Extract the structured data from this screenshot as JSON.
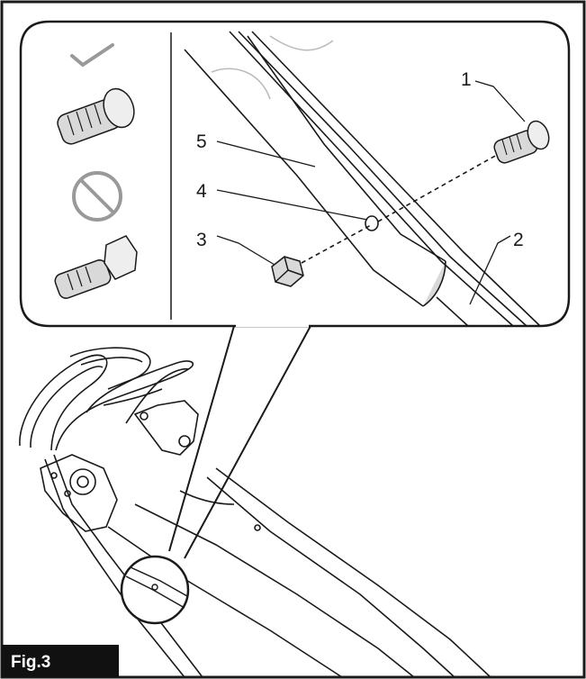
{
  "figure": {
    "label": "Fig.3",
    "callouts": [
      {
        "id": "1",
        "text": "1"
      },
      {
        "id": "2",
        "text": "2"
      },
      {
        "id": "3",
        "text": "3"
      },
      {
        "id": "4",
        "text": "4"
      },
      {
        "id": "5",
        "text": "5"
      }
    ],
    "guide": {
      "correct_icon": "checkmark-icon",
      "incorrect_icon": "prohibited-icon"
    },
    "colors": {
      "line": "#1a1a1a",
      "part_fill": "#d9d9d9",
      "label_bg": "#111111",
      "label_text": "#ffffff"
    }
  }
}
